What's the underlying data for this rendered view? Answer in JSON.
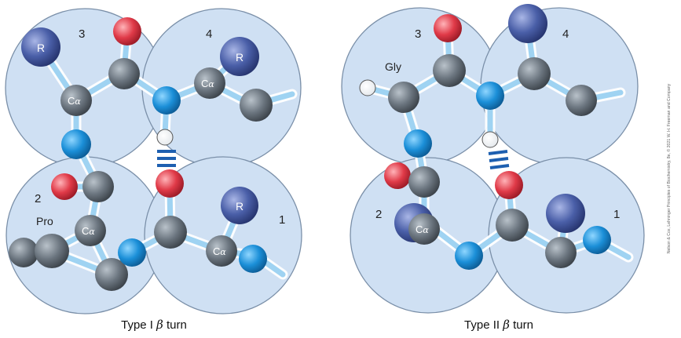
{
  "panels": [
    {
      "caption_pre": "Type I",
      "caption_beta": "β",
      "caption_post": "turn",
      "residue_numbers": [
        "3",
        "4",
        "2",
        "1"
      ],
      "labels": {
        "r_left": "R",
        "r_right_top": "R",
        "r_right_bottom": "R",
        "pro": "Pro",
        "ca": "C",
        "alpha": "α"
      }
    },
    {
      "caption_pre": "Type II",
      "caption_beta": "β",
      "caption_post": "turn",
      "residue_numbers": [
        "3",
        "4",
        "2",
        "1"
      ],
      "labels": {
        "gly": "Gly",
        "ca": "C",
        "alpha": "α"
      }
    }
  ],
  "credit": "Nelson & Cox, Lehninger Principles of Biochemistry, 8e, © 2021 W. H. Freeman and Company",
  "colors": {
    "sphere_fill": "#cfe0f3",
    "sphere_stroke": "#7a8fa8",
    "carbon": "#6c7680",
    "nitrogen": "#1b8fd8",
    "oxygen": "#e03a48",
    "r_group": "#4a5fa8",
    "hydrogen": "#ffffff",
    "bond": "#bfe3f7",
    "hbond": "#1d5fb0"
  }
}
